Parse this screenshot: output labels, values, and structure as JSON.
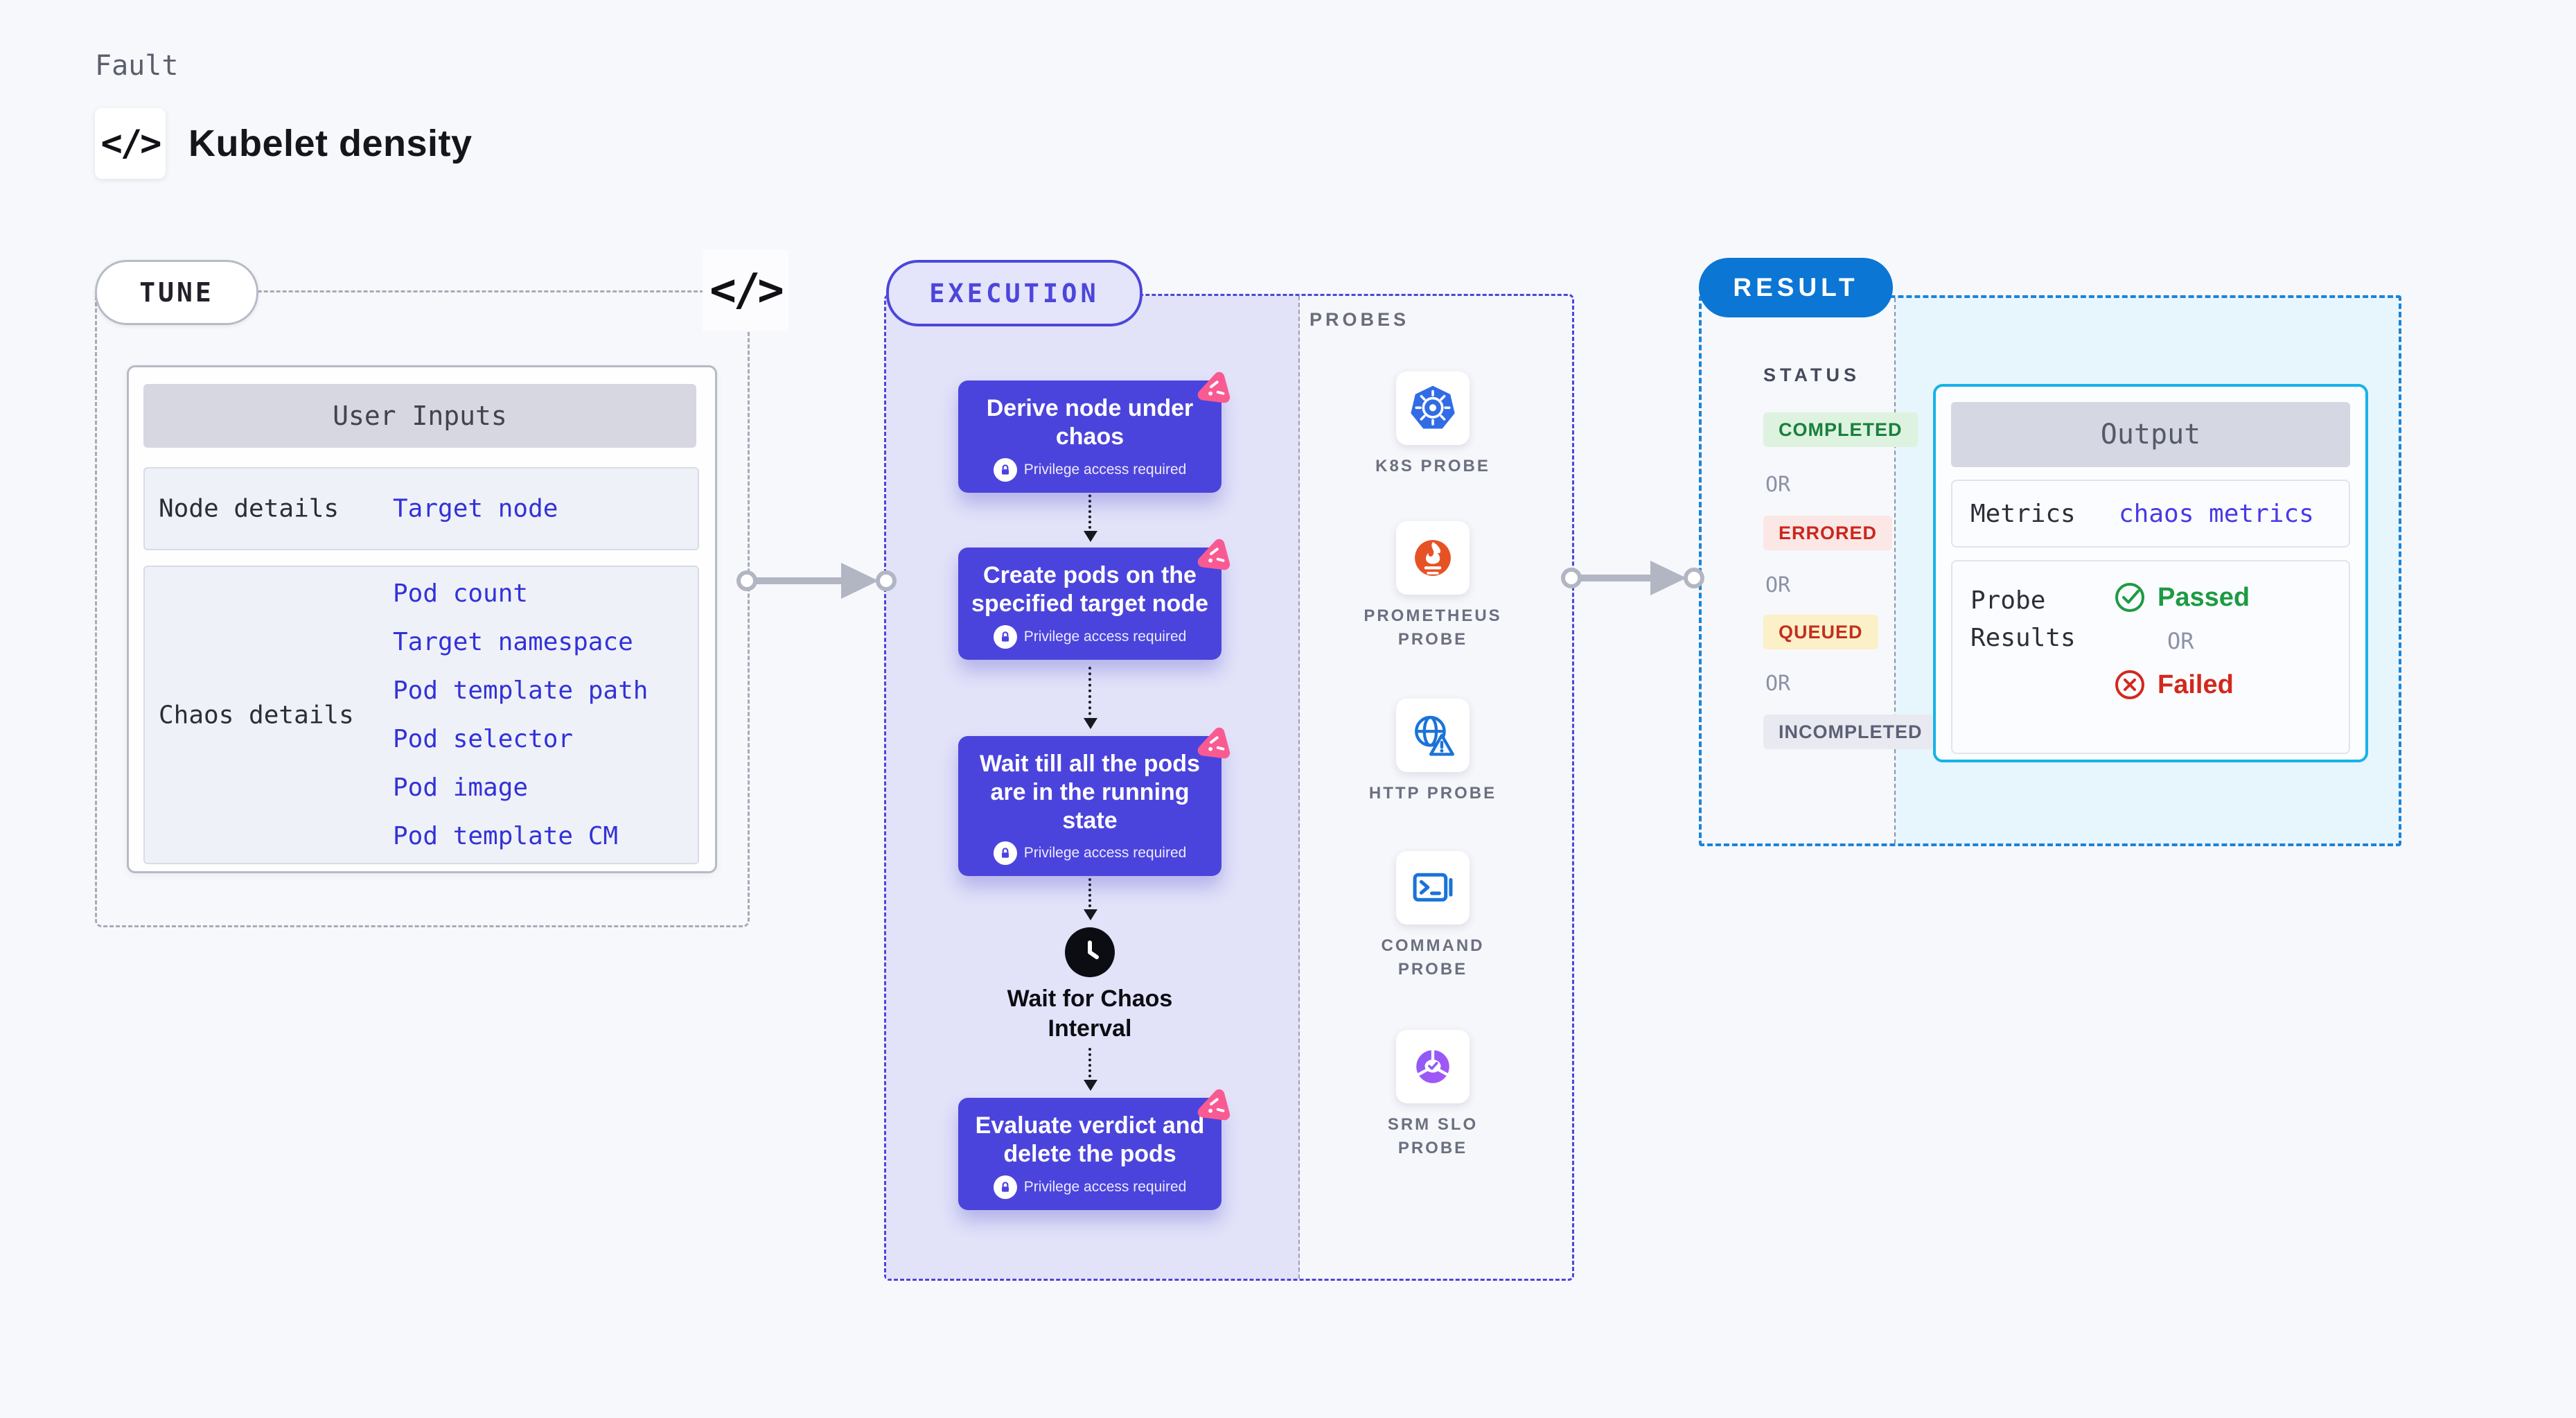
{
  "page": {
    "kicker": "Fault",
    "title": "Kubelet density",
    "code_icon": "</>"
  },
  "tune": {
    "label": "TUNE",
    "card_header": "User Inputs",
    "rows": [
      {
        "label": "Node details",
        "links": [
          "Target node"
        ]
      },
      {
        "label": "Chaos details",
        "links": [
          "Pod count",
          "Target namespace",
          "Pod template path",
          "Pod selector",
          "Pod image",
          "Pod template CM"
        ]
      }
    ]
  },
  "execution": {
    "label": "EXECUTION",
    "privilege_label": "Privilege access required",
    "steps": [
      "Derive node under chaos",
      "Create pods on the specified target node",
      "Wait till all the pods are in the running state",
      "Evaluate verdict and delete the pods"
    ],
    "wait_label": "Wait for Chaos Interval"
  },
  "probes": {
    "title": "PROBES",
    "items": [
      {
        "name": "k8s-probe",
        "line1": "K8S PROBE",
        "line2": ""
      },
      {
        "name": "prometheus-probe",
        "line1": "PROMETHEUS",
        "line2": "PROBE"
      },
      {
        "name": "http-probe",
        "line1": "HTTP PROBE",
        "line2": ""
      },
      {
        "name": "command-probe",
        "line1": "COMMAND",
        "line2": "PROBE"
      },
      {
        "name": "srm-slo-probe",
        "line1": "SRM SLO",
        "line2": "PROBE"
      }
    ]
  },
  "result": {
    "label": "RESULT",
    "status_title": "STATUS",
    "or_label": "OR",
    "statuses": [
      "COMPLETED",
      "ERRORED",
      "QUEUED",
      "INCOMPLETED"
    ],
    "output": {
      "header": "Output",
      "metrics_label": "Metrics",
      "metrics_link": "chaos metrics",
      "probe_results_label": "Probe Results",
      "passed": "Passed",
      "failed": "Failed"
    }
  },
  "colors": {
    "step_indigo": "#4b44dc",
    "execution_border": "#4c46da",
    "result_blue": "#0b76d4",
    "result_border": "#1a84db",
    "output_cyan": "#17b2e9",
    "link_blue": "#3232d8",
    "pink_badge": "#fa5a92",
    "passed_green": "#1d9b43",
    "failed_red": "#d3281d",
    "completed_green": "#18803c",
    "queued_yellow_bg": "#fbf0c7",
    "lavender_bg": "#e2e2f9"
  }
}
